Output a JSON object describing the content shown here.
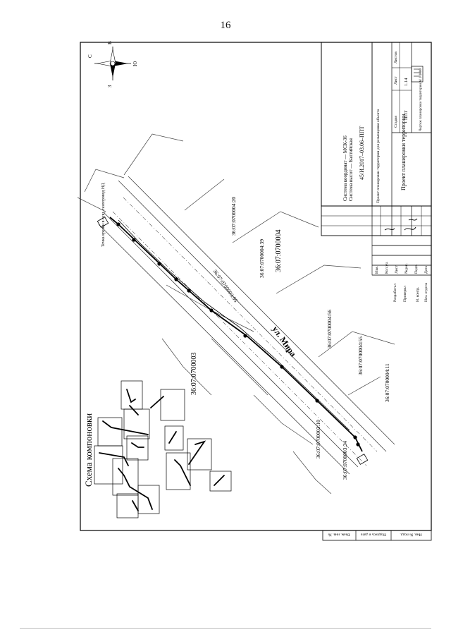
{
  "page": {
    "number": "16"
  },
  "north_arrow": {
    "n": "С",
    "s": "Ю",
    "e": "В",
    "w": "З"
  },
  "layout_scheme": {
    "title": "Схема компоновки"
  },
  "street": {
    "name": "ул. Мира"
  },
  "zones": [
    "36:07:0700003",
    "36:07:0700004"
  ],
  "parcels": [
    "36:07:0700004:20",
    "36:07:0700004:39",
    "36:07:0700004:56",
    "36:07:0700004:55",
    "36:07:0700004:11",
    "36:07:0700003:10",
    "36:07:0700003:95",
    "36:07:0700003:34"
  ],
  "landmark": {
    "label": "Точка врезки в сущ. газопровод НД"
  },
  "title_block": {
    "coordinate_system": "Система координат — МСК-36",
    "height_system": "Система высот — Балтийская",
    "doc_code": "45/И.2017–03.06–ППТ",
    "project_title": "Проект планировки территории для размещения объекта",
    "sheet_name": "Проект планировки территории",
    "stage_label": "Стадия",
    "stage": "ППТ",
    "sheet_label": "Лист",
    "sheet": "1.14",
    "sheets_label": "Листов",
    "drawing_name": "Чертеж планировки территории М 1:1000"
  },
  "stamp_headers": [
    "Изм.",
    "Кол.уч.",
    "Лист",
    "№док.",
    "Подп.",
    "Дата"
  ],
  "stamp_roles": [
    "Разработал",
    "Проверил",
    "Н. контр.",
    "Нач. отдела"
  ],
  "side_stamp": [
    "Взам. инв. №",
    "Подпись и дата",
    "Инв. № подл."
  ]
}
